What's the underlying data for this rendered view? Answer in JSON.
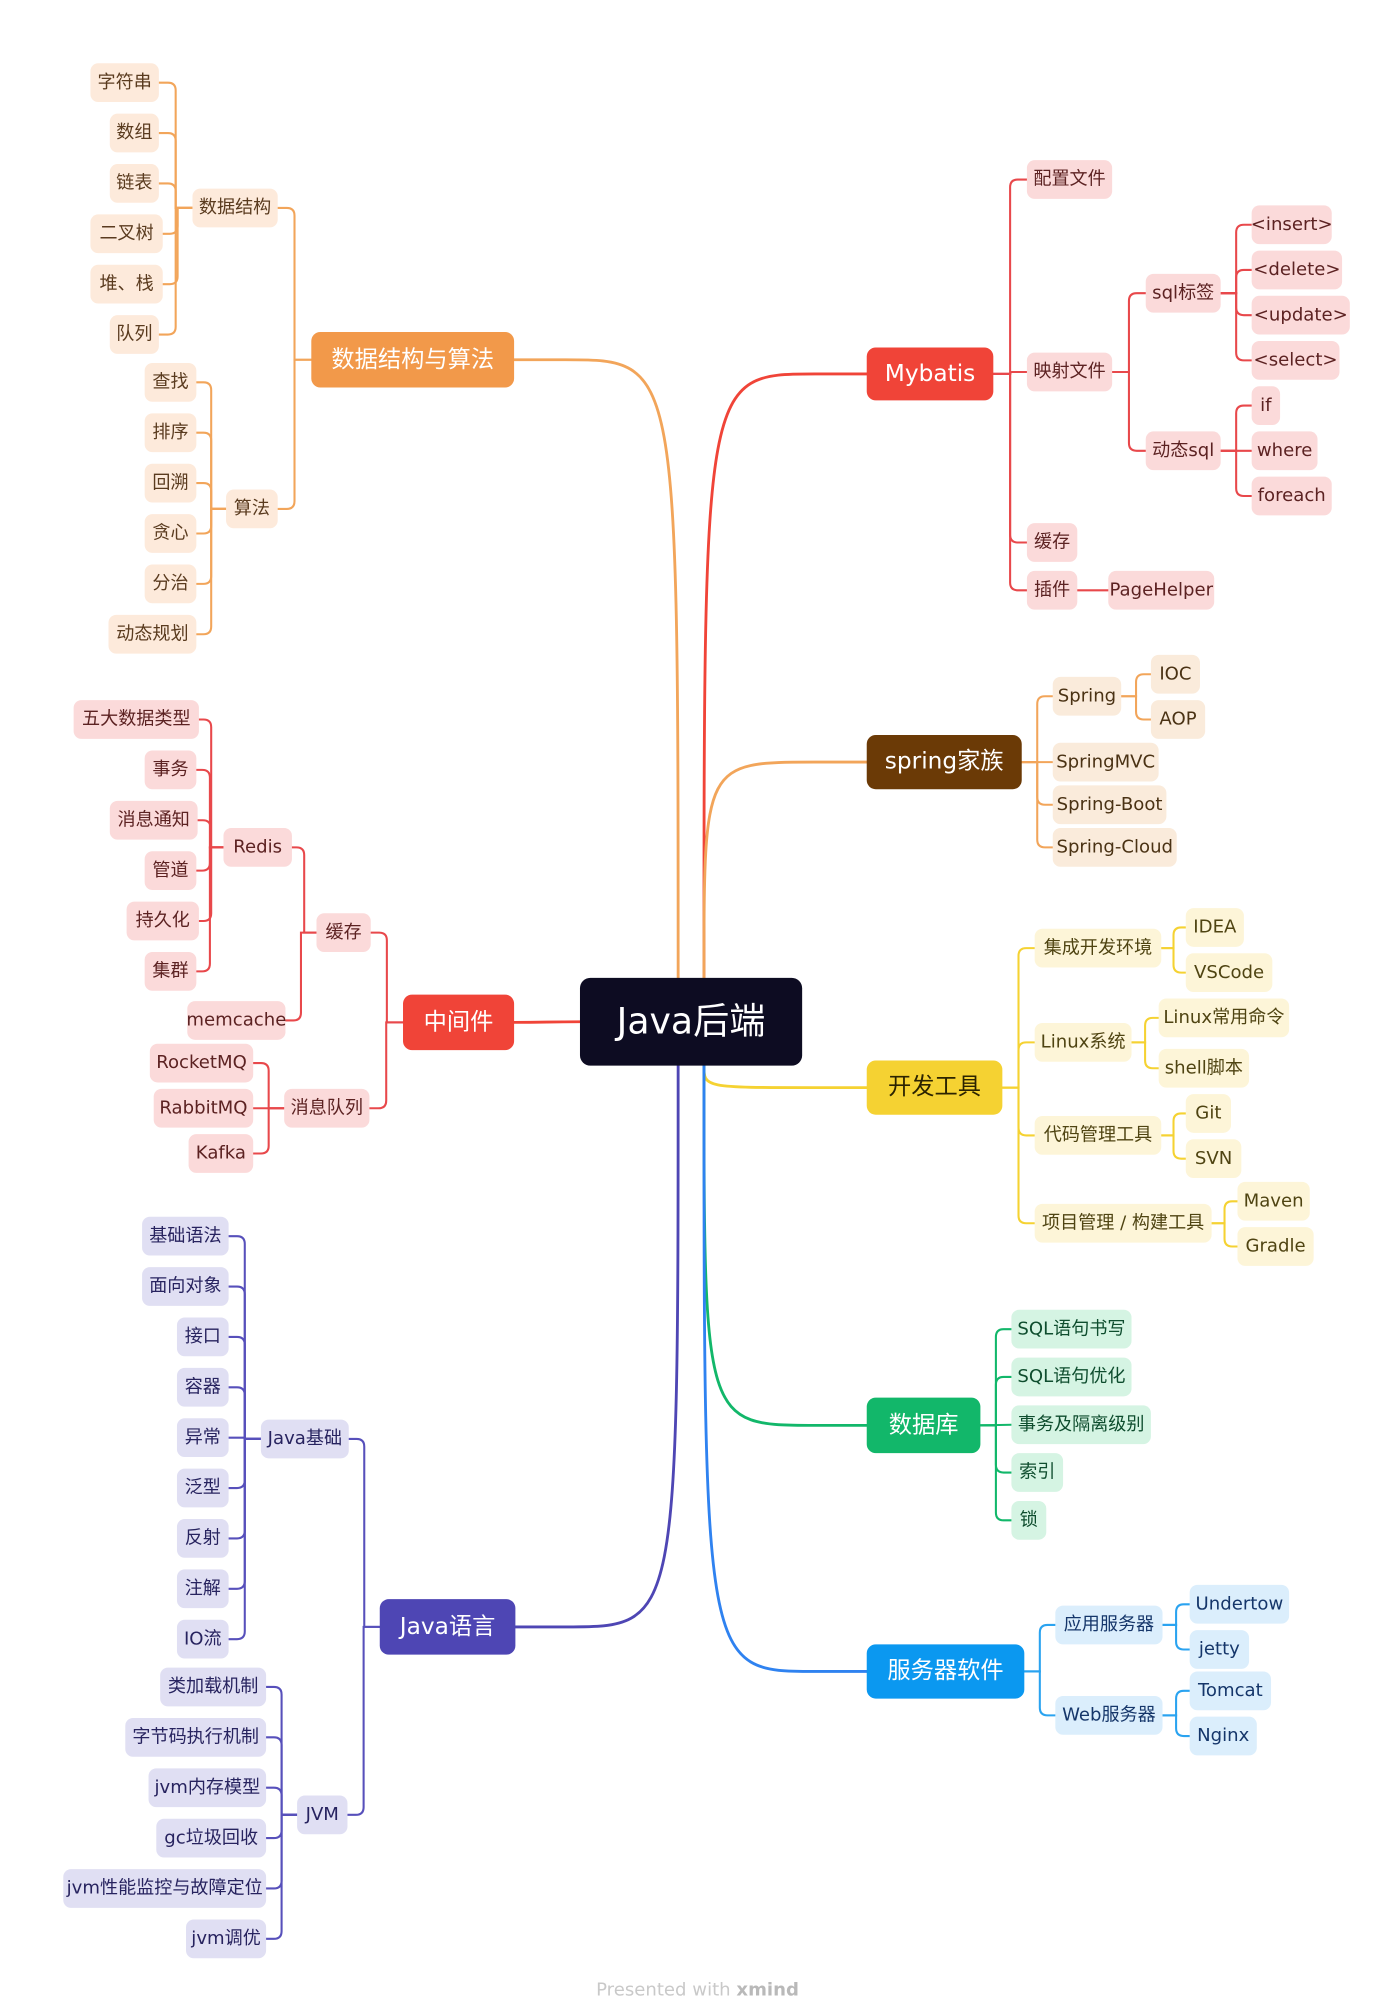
{
  "root": "Java后端",
  "footer": {
    "presented": "Presented with",
    "brand": "xmind"
  },
  "colors": {
    "dsa": "#f2994a",
    "mybatis": "#f04438",
    "spring": "#6b3a06",
    "middleware": "#f04438",
    "devtools": "#f5d232",
    "database": "#12b76a",
    "language": "#4e46b4",
    "server": "#0b98f0"
  },
  "branches": [
    {
      "key": "dsa",
      "label": "数据结构与算法",
      "children": [
        {
          "label": "数据结构",
          "children": [
            {
              "label": "字符串"
            },
            {
              "label": "数组"
            },
            {
              "label": "链表"
            },
            {
              "label": "二叉树"
            },
            {
              "label": "堆、栈"
            },
            {
              "label": "队列"
            }
          ]
        },
        {
          "label": "算法",
          "children": [
            {
              "label": "查找"
            },
            {
              "label": "排序"
            },
            {
              "label": "回溯"
            },
            {
              "label": "贪心"
            },
            {
              "label": "分治"
            },
            {
              "label": "动态规划"
            }
          ]
        }
      ]
    },
    {
      "key": "middleware",
      "label": "中间件",
      "children": [
        {
          "label": "缓存",
          "children": [
            {
              "label": "Redis",
              "children": [
                {
                  "label": "五大数据类型"
                },
                {
                  "label": "事务"
                },
                {
                  "label": "消息通知"
                },
                {
                  "label": "管道"
                },
                {
                  "label": "持久化"
                },
                {
                  "label": "集群"
                }
              ]
            },
            {
              "label": "memcache"
            }
          ]
        },
        {
          "label": "消息队列",
          "children": [
            {
              "label": "RocketMQ"
            },
            {
              "label": "RabbitMQ"
            },
            {
              "label": "Kafka"
            }
          ]
        }
      ]
    },
    {
      "key": "language",
      "label": "Java语言",
      "children": [
        {
          "label": "Java基础",
          "children": [
            {
              "label": "基础语法"
            },
            {
              "label": "面向对象"
            },
            {
              "label": "接口"
            },
            {
              "label": "容器"
            },
            {
              "label": "异常"
            },
            {
              "label": "泛型"
            },
            {
              "label": "反射"
            },
            {
              "label": "注解"
            },
            {
              "label": "IO流"
            }
          ]
        },
        {
          "label": "JVM",
          "children": [
            {
              "label": "类加载机制"
            },
            {
              "label": "字节码执行机制"
            },
            {
              "label": "jvm内存模型"
            },
            {
              "label": "gc垃圾回收"
            },
            {
              "label": "jvm性能监控与故障定位"
            },
            {
              "label": "jvm调优"
            }
          ]
        }
      ]
    },
    {
      "key": "mybatis",
      "label": "Mybatis",
      "children": [
        {
          "label": "配置文件"
        },
        {
          "label": "映射文件",
          "children": [
            {
              "label": "sql标签",
              "children": [
                {
                  "label": "<insert>"
                },
                {
                  "label": "<delete>"
                },
                {
                  "label": "<update>"
                },
                {
                  "label": "<select>"
                }
              ]
            },
            {
              "label": "动态sql",
              "children": [
                {
                  "label": "if"
                },
                {
                  "label": "where"
                },
                {
                  "label": "foreach"
                }
              ]
            }
          ]
        },
        {
          "label": "缓存"
        },
        {
          "label": "插件",
          "children": [
            {
              "label": "PageHelper"
            }
          ]
        }
      ]
    },
    {
      "key": "spring",
      "label": "spring家族",
      "children": [
        {
          "label": "Spring",
          "children": [
            {
              "label": "IOC"
            },
            {
              "label": "AOP"
            }
          ]
        },
        {
          "label": "SpringMVC"
        },
        {
          "label": "Spring-Boot"
        },
        {
          "label": "Spring-Cloud"
        }
      ]
    },
    {
      "key": "devtools",
      "label": "开发工具",
      "children": [
        {
          "label": "集成开发环境",
          "children": [
            {
              "label": "IDEA"
            },
            {
              "label": "VSCode"
            }
          ]
        },
        {
          "label": "Linux系统",
          "children": [
            {
              "label": "Linux常用命令"
            },
            {
              "label": "shell脚本"
            }
          ]
        },
        {
          "label": "代码管理工具",
          "children": [
            {
              "label": "Git"
            },
            {
              "label": "SVN"
            }
          ]
        },
        {
          "label": "项目管理 / 构建工具",
          "children": [
            {
              "label": "Maven"
            },
            {
              "label": "Gradle"
            }
          ]
        }
      ]
    },
    {
      "key": "database",
      "label": "数据库",
      "children": [
        {
          "label": "SQL语句书写"
        },
        {
          "label": "SQL语句优化"
        },
        {
          "label": "事务及隔离级别"
        },
        {
          "label": "索引"
        },
        {
          "label": "锁"
        }
      ]
    },
    {
      "key": "server",
      "label": "服务器软件",
      "children": [
        {
          "label": "应用服务器",
          "children": [
            {
              "label": "Undertow"
            },
            {
              "label": "jetty"
            }
          ]
        },
        {
          "label": "Web服务器",
          "children": [
            {
              "label": "Tomcat"
            },
            {
              "label": "Nginx"
            }
          ]
        }
      ]
    }
  ]
}
